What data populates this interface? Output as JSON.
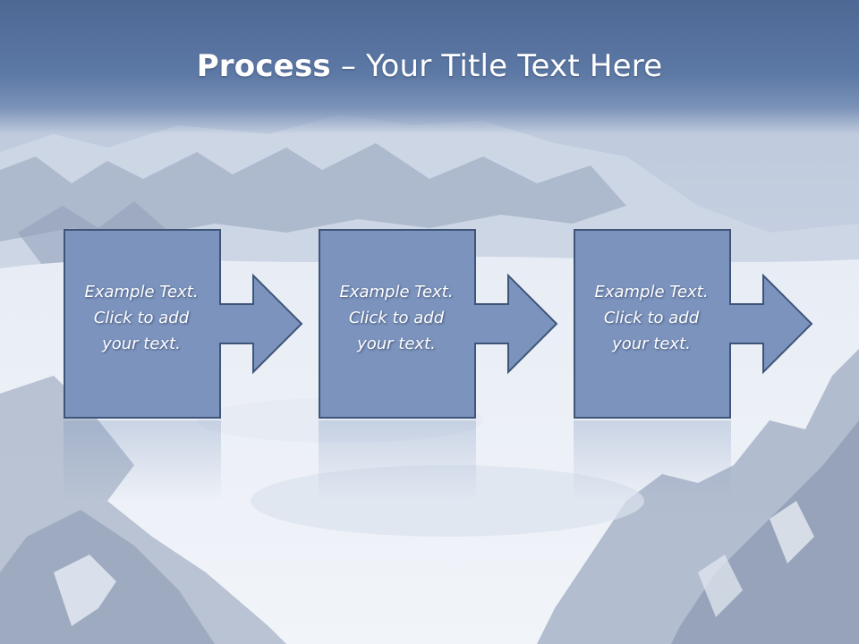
{
  "slide": {
    "title_bold": "Process",
    "title_rest": " – Your Title Text Here",
    "steps": [
      {
        "label_line1": "Example Text.",
        "label_line2": "Click  to add",
        "label_line3": "your text."
      },
      {
        "label_line1": "Example Text.",
        "label_line2": "Click  to add",
        "label_line3": "your text."
      },
      {
        "label_line1": "Example Text.",
        "label_line2": "Click  to add",
        "label_line3": "your text."
      }
    ]
  },
  "colors": {
    "shape_fill": "#7b93bd",
    "shape_border": "#3f5578",
    "title_band": "#5c78a4",
    "text": "#ffffff"
  },
  "icons": [
    "mountain-background-image",
    "right-arrow-icon"
  ]
}
